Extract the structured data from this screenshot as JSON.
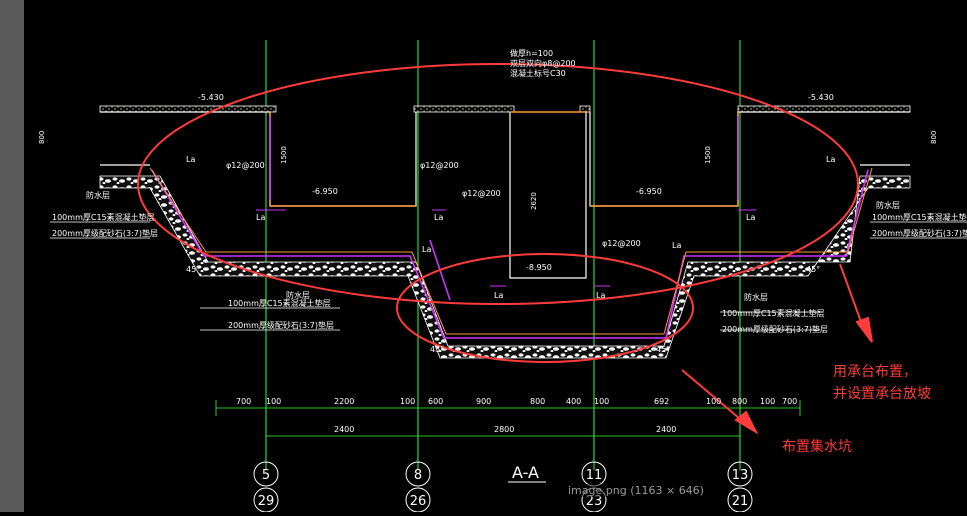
{
  "drawing": {
    "elevations": {
      "top_left": "-5.430",
      "top_right": "-5.430",
      "mid_left": "-6.950",
      "mid_right": "-6.950",
      "pit_bottom": "-8.950"
    },
    "note_lines": [
      "做厚h=100",
      "双层双向φ8@200",
      "混凝土标号C30"
    ],
    "rebar_labels": [
      "φ12@200",
      "φ12@200",
      "φ12@200",
      "φ12@200"
    ],
    "La": "La",
    "layer_labels": {
      "waterproof": "防水层",
      "c15": "100mm厚C15素混凝土垫层",
      "gravel": "200mm厚级配砂石(3:7)垫层"
    },
    "slope_angle": "45°",
    "dims_lower": [
      "700",
      "100",
      "2200",
      "100",
      "600",
      "900",
      "800",
      "400",
      "100",
      "692",
      "100",
      "800",
      "100",
      "700"
    ],
    "dims_total": [
      "2400",
      "2800",
      "2400"
    ],
    "section_title": "A-A",
    "axis_top": [
      "5",
      "8",
      "11",
      "13"
    ],
    "axis_bottom": [
      "29",
      "26",
      "23",
      "21"
    ],
    "side_dims": [
      "800",
      "1500",
      "2620",
      "800",
      "1500"
    ]
  },
  "annotations": {
    "cap_layout_line1": "用承台布置，",
    "cap_layout_line2": "并设置承台放坡",
    "sump_layout": "布置集水坑"
  },
  "filename": "image.png (1163 × 646)",
  "colors": {
    "accent": "#ff3b3b",
    "dimension": "#33ff33",
    "outline": "#ffffff",
    "rebar": "#cc33ff",
    "slab": "#ff9933"
  }
}
